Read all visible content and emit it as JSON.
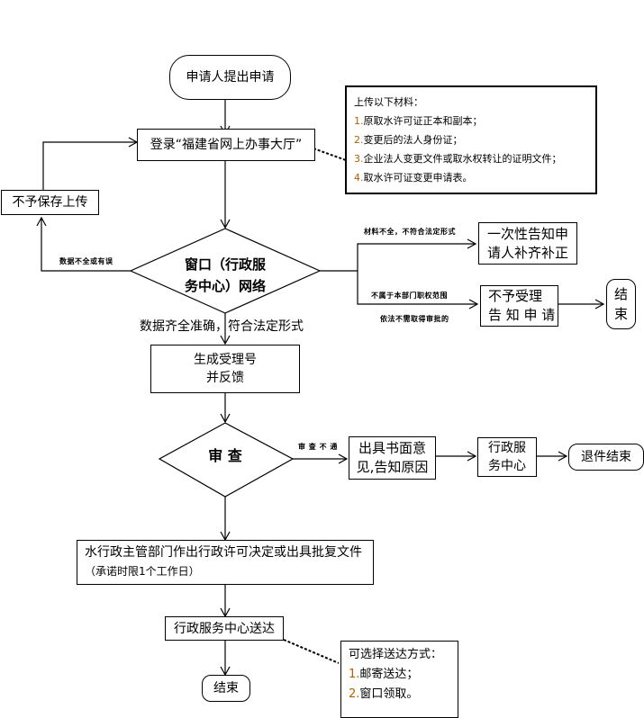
{
  "nodes": {
    "start": "申请人提出申请",
    "login": "登录“福建省网上办事大厅”",
    "no_save": "不予保存上传",
    "window_line1": "窗口（行政服",
    "window_line2": "务中心）网络",
    "notify_supplement_line1": "一次性告知申",
    "notify_supplement_line2": "请人补齐补正",
    "reject_line1": "不予受理",
    "reject_line2": "告 知 申 请",
    "end_right_line1": "结",
    "end_right_line2": "束",
    "generate_line1": "生成受理号",
    "generate_line2": "并反馈",
    "review": "审 查",
    "written_opinion_line1": "出具书面意",
    "written_opinion_line2": "见,告知原因",
    "service_center_line1": "行政服",
    "service_center_line2": "务中心",
    "return_end": "退件结束",
    "decision_line1": "水行政主管部门作出行政许可决定或出具批复文件",
    "decision_line2": "（承诺时限1个工作日）",
    "deliver": "行政服务中心送达",
    "end_bottom": "结束"
  },
  "edge_labels": {
    "data_incomplete": "数据不全或有误",
    "data_ok": "数据齐全准确，符合法定形式",
    "materials_incomplete": "材料不全，不符合法定形式",
    "out_of_scope": "不属于本部门职权范围",
    "no_approval_needed": "依法不需取得审批的",
    "review_failed": "审 查 不 通"
  },
  "upload_note": {
    "title": "上传以下材料：",
    "items": [
      {
        "num": "1.",
        "text": "原取水许可证正本和副本；"
      },
      {
        "num": "2.",
        "text": "变更后的法人身份证；"
      },
      {
        "num": "3.",
        "text": "企业法人变更文件或取水权转让的证明文件；"
      },
      {
        "num": "4.",
        "text": "取水许可证变更申请表。"
      }
    ]
  },
  "delivery_note": {
    "title": "可选择送达方式：",
    "items": [
      {
        "num": "1.",
        "text": "邮寄送达；"
      },
      {
        "num": "2.",
        "text": "窗口领取。"
      }
    ]
  }
}
